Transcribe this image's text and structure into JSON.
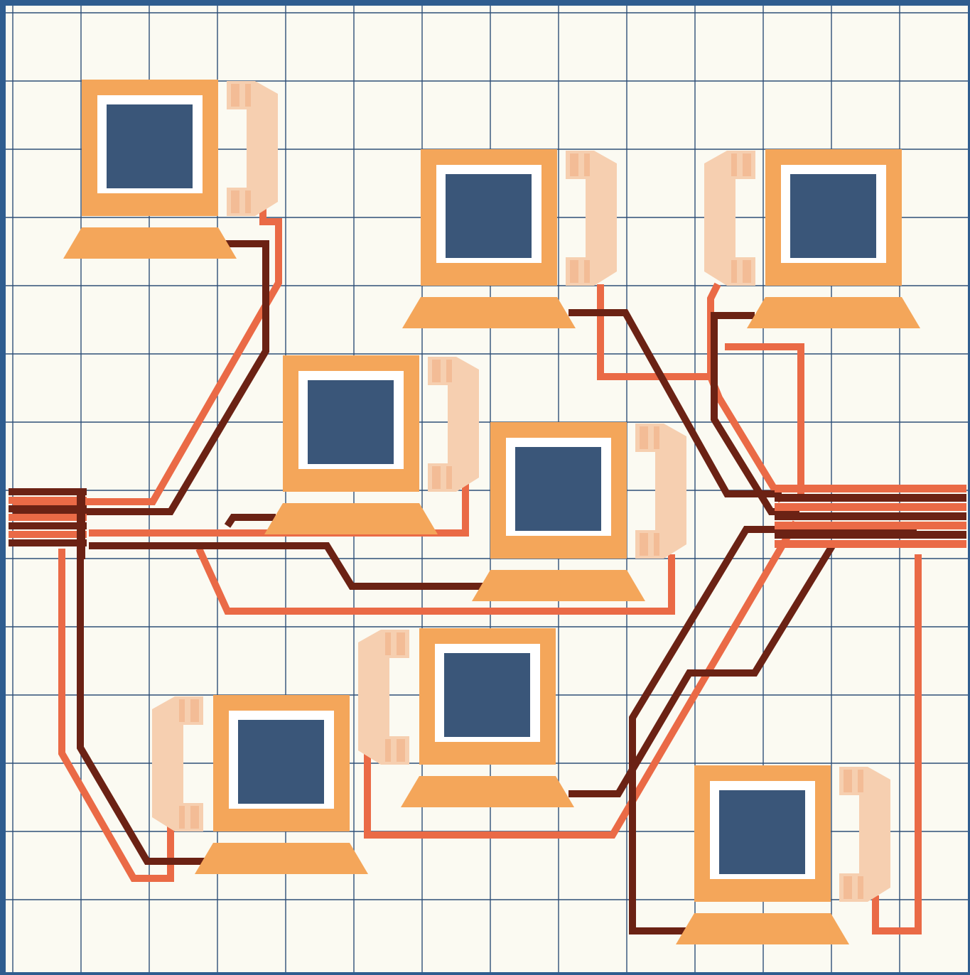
{
  "figure": {
    "title": "",
    "caption": ""
  },
  "colors": {
    "frame": "#2f5d8f",
    "paper": "#fbfaf2",
    "grid": "#2e4f78",
    "monitor_case": "#f4a65a",
    "monitor_bezel": "#ffffff",
    "screen": "#3a5679",
    "handset": "#f6cfb0",
    "handset_shadow": "#f3bc96",
    "cable_light": "#ea6a46",
    "cable_dark": "#6b2214"
  },
  "nodes": [
    {
      "id": "terminal-1",
      "icon": "computer-with-phone",
      "phone_side": "right"
    },
    {
      "id": "terminal-2",
      "icon": "computer-with-phone",
      "phone_side": "right"
    },
    {
      "id": "terminal-3",
      "icon": "computer-with-phone",
      "phone_side": "left"
    },
    {
      "id": "terminal-4",
      "icon": "computer-with-phone",
      "phone_side": "right"
    },
    {
      "id": "terminal-5",
      "icon": "computer-with-phone",
      "phone_side": "right"
    },
    {
      "id": "terminal-6",
      "icon": "computer-with-phone",
      "phone_side": "left"
    },
    {
      "id": "terminal-7",
      "icon": "computer-with-phone",
      "phone_side": "left"
    },
    {
      "id": "terminal-8",
      "icon": "computer-with-phone",
      "phone_side": "right"
    }
  ],
  "buses": [
    {
      "id": "bus-left",
      "side": "left"
    },
    {
      "id": "bus-right",
      "side": "right"
    }
  ]
}
